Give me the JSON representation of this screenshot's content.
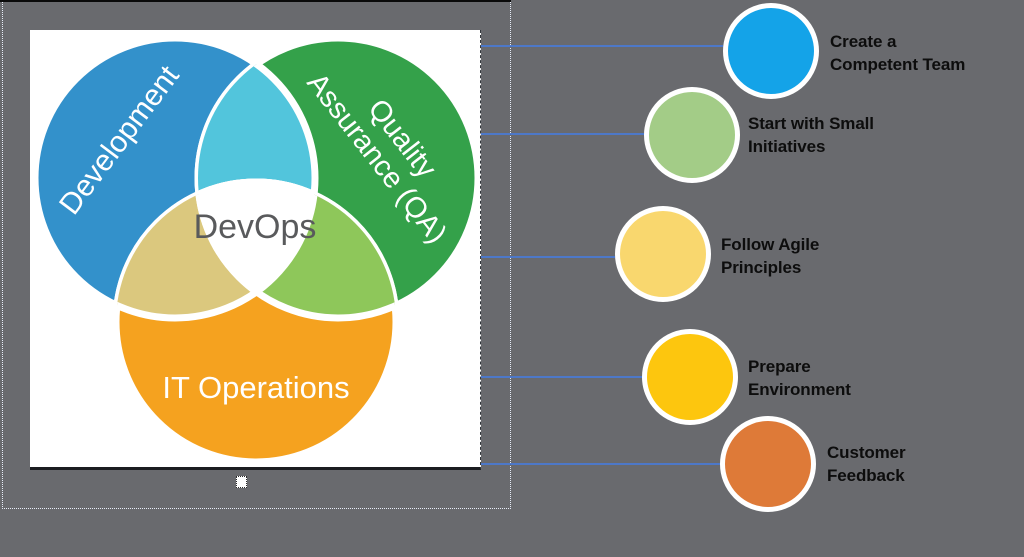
{
  "canvas": {
    "background": "#696A6E"
  },
  "diagram": {
    "center_label": "DevOps",
    "center_label_color": "#595A5C",
    "dev_label": "Development",
    "qa_label_line1": "Quality",
    "qa_label_line2": "Assurance (QA)",
    "ops_label": "IT Operations",
    "colors": {
      "dev": "#3391CB",
      "qa": "#34A14A",
      "ops": "#F5A21F",
      "dev_qa": "#52C5DC",
      "dev_ops": "#DBC87E",
      "qa_ops": "#8EC75A"
    }
  },
  "legend": {
    "connector_color": "#4D78C8",
    "items": [
      {
        "line1": "Create a",
        "line2": "Competent Team",
        "color": "#14A3E8"
      },
      {
        "line1": "Start with Small",
        "line2": "Initiatives",
        "color": "#A3CC87"
      },
      {
        "line1": "Follow Agile",
        "line2": "Principles",
        "color": "#F9D76E"
      },
      {
        "line1": "Prepare",
        "line2": "Environment",
        "color": "#FDC60E"
      },
      {
        "line1": "Customer",
        "line2": "Feedback",
        "color": "#DE7A38"
      }
    ]
  }
}
